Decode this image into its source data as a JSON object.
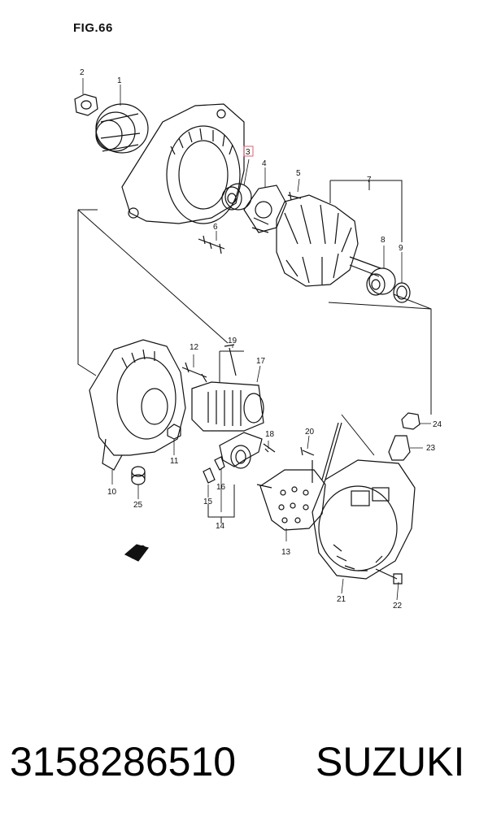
{
  "figure": {
    "title": "FIG.66"
  },
  "callouts": [
    "1",
    "2",
    "3",
    "4",
    "5",
    "6",
    "7",
    "8",
    "9",
    "10",
    "11",
    "12",
    "13",
    "14",
    "15",
    "16",
    "17",
    "18",
    "19",
    "20",
    "21",
    "22",
    "23",
    "24",
    "25"
  ],
  "highlighted_callout": "3",
  "front_marker": "FWD",
  "footer": {
    "part_number": "3158286510",
    "brand": "SUZUKI"
  },
  "colors": {
    "line": "#111111",
    "highlight": "#e06070",
    "background": "#ffffff"
  }
}
